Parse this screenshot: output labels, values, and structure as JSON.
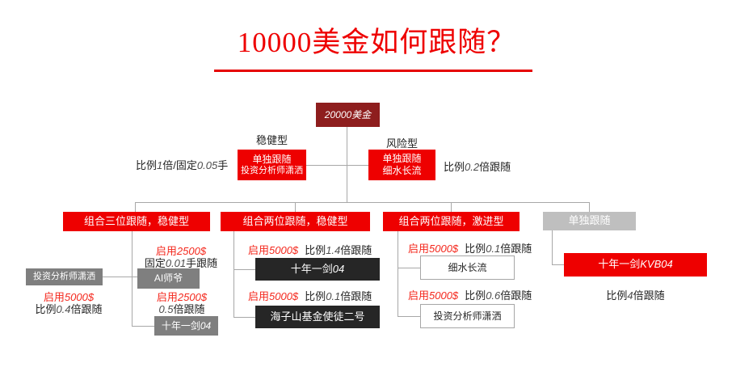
{
  "title": "10000美金如何跟随？",
  "colors": {
    "title_red": "#ee0000",
    "dark_red_box": "#8e1e1e",
    "red_box": "#ee0000",
    "gray_box": "#7f7f7f",
    "light_gray_box": "#bfbfbf",
    "black_box": "#262626",
    "white_box_border": "#a6a6a6",
    "connector": "#a8a8a8",
    "enable_red": "#f4281d"
  },
  "tree": {
    "root": {
      "num": "20000",
      "text": "美金"
    },
    "stable_label": "稳健型",
    "risk_label": "风险型",
    "stable_box": {
      "line1": "单独跟随",
      "line2": "投资分析师潇洒"
    },
    "risk_box": {
      "line1": "单独跟随",
      "line2": "细水长流"
    },
    "stable_ratio": {
      "t1": "比例",
      "n1": "1",
      "t2": "倍/固定",
      "n2": "0.05",
      "t3": "手"
    },
    "risk_ratio": {
      "t1": "比例",
      "n": "0.2",
      "t2": "倍跟随"
    },
    "branch1": {
      "header": "组合三位跟随，稳健型",
      "ai_enable": {
        "t": "启用",
        "n": "2500$"
      },
      "ai_rule": {
        "t1": "固定",
        "n": "0.01",
        "t2": "手跟随"
      },
      "ai_box": "AI师爷",
      "analyst_box": "投资分析师潇洒",
      "analyst_enable": {
        "t": "启用",
        "n": "5000$"
      },
      "analyst_rule": {
        "t1": "比例",
        "n": "0.4",
        "t2": "倍跟随"
      },
      "sword_enable": {
        "t": "启用",
        "n": "2500$"
      },
      "sword_rule": {
        "t1": "",
        "n": "0.5",
        "t2": "倍跟随"
      },
      "sword_box": {
        "zh": "十年一剑",
        "n": "04"
      }
    },
    "branch2": {
      "header": "组合两位跟随，稳健型",
      "item1_enable": {
        "t": "启用",
        "n": "5000$"
      },
      "item1_rule": {
        "t1": "比例",
        "n": "1.4",
        "t2": "倍跟随"
      },
      "item1_box": {
        "zh": "十年一剑",
        "n": "04"
      },
      "item2_enable": {
        "t": "启用",
        "n": "5000$"
      },
      "item2_rule": {
        "t1": "比例",
        "n": "0.1",
        "t2": "倍跟随"
      },
      "item2_box": {
        "zh": "海子山基金使徒二号",
        "n": ""
      }
    },
    "branch3": {
      "header": "组合两位跟随，激进型",
      "item1_enable": {
        "t": "启用",
        "n": "5000$"
      },
      "item1_rule": {
        "t1": "比例",
        "n": "0.1",
        "t2": "倍跟随"
      },
      "item1_box": "细水长流",
      "item2_enable": {
        "t": "启用",
        "n": "5000$"
      },
      "item2_rule": {
        "t1": "比例",
        "n": "0.6",
        "t2": "倍跟随"
      },
      "item2_box": "投资分析师潇洒"
    },
    "branch4": {
      "header": "单独跟随",
      "box": {
        "zh": "十年一剑",
        "n": "KVB04"
      },
      "rule": {
        "t1": "比例",
        "n": "4",
        "t2": "倍跟随"
      }
    }
  }
}
